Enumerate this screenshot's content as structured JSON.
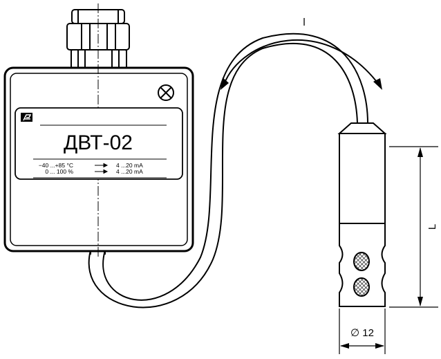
{
  "device": {
    "model": "ДВТ-02",
    "specs": [
      {
        "range": "−40 ...+85 °C",
        "output": "4 ...20 mA"
      },
      {
        "range": "0 ... 100 %",
        "output": "4 ...20 mA"
      }
    ]
  },
  "dimensions": {
    "cable_length": "l",
    "probe_length": "L",
    "probe_diameter": "∅ 12"
  },
  "icons": {
    "logo": "brand-logo-icon",
    "indicator": "cross-circle-indicator-icon"
  }
}
